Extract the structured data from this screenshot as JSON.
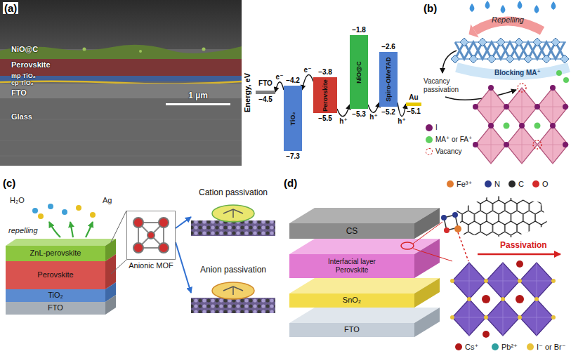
{
  "diagram": {
    "nodes": [
      {
        "text": [
          "FTO"
        ]
      },
      {
        "text": [
          "TiO₂"
        ]
      },
      {
        "text": [
          "Perovskite"
        ]
      },
      {
        "text": [
          "NiO@C"
        ]
      },
      {
        "text": [
          "Spiro-OMeTAD"
        ]
      },
      {
        "text": [
          "Au"
        ]
      },
      {
        "text": [
          "ZnL-perovskite"
        ]
      },
      {
        "text": [
          "Perovskite"
        ]
      },
      {
        "text": [
          "TiO₂"
        ]
      },
      {
        "text": [
          "FTO"
        ]
      },
      {
        "text": [
          "Anionic MOF"
        ]
      },
      {
        "text": [
          "Cation passivation"
        ]
      },
      {
        "text": [
          "Anion passivation"
        ]
      },
      {
        "text": [
          "CS"
        ]
      },
      {
        "text": [
          "Interfacial layer",
          "Perovskite"
        ]
      },
      {
        "text": [
          "SnO₂"
        ]
      },
      {
        "text": [
          "FTO"
        ]
      }
    ],
    "edges": [
      {
        "from": 1,
        "to": 0,
        "label": "e⁻",
        "arrow": "to"
      },
      {
        "from": 2,
        "to": 1,
        "label": "e⁻",
        "arrow": "to"
      },
      {
        "from": 2,
        "to": 3,
        "label": "h⁺",
        "arrow": "to"
      },
      {
        "from": 3,
        "to": 4,
        "label": "h⁺",
        "arrow": "to"
      },
      {
        "from": 4,
        "to": 5,
        "label": "h⁺",
        "arrow": "to"
      },
      {
        "from": 10,
        "to": 11,
        "arrow": "to"
      },
      {
        "from": 10,
        "to": 12,
        "arrow": "to"
      }
    ],
    "labels": [
      "(a)",
      "NiO@C",
      "Perovskite",
      "mp TiO₂",
      "cp TiO₂",
      "FTO",
      "Glass",
      "1 µm",
      "Energy, eV",
      "−4.5",
      "−4.2",
      "−7.3",
      "−3.8",
      "−5.5",
      "−1.8",
      "−5.3",
      "−2.6",
      "−5.2",
      "−5.1",
      "(b)",
      "Repelling",
      "Vacancy passivation",
      "Blocking MA⁺",
      "(c)",
      "H₂O",
      "Ag",
      "repelling",
      "(d)",
      "Passivation"
    ],
    "legend": [
      {
        "text": "I",
        "color": "#7a1a6a"
      },
      {
        "text": "MA⁺ or FA⁺",
        "color": "#5fcf5f"
      },
      {
        "text": "Vacancy"
      },
      {
        "text": "Fe³⁺",
        "color": "#e07b30"
      },
      {
        "text": "N",
        "color": "#2b3a8c"
      },
      {
        "text": "C",
        "color": "#2a2a2a"
      },
      {
        "text": "O",
        "color": "#d42a2a"
      },
      {
        "text": "Cs⁺",
        "color": "#b01818"
      },
      {
        "text": "Pb²⁺",
        "color": "#2fa0a0"
      },
      {
        "text": "I⁻ or Br⁻",
        "color": "#e8c23a"
      }
    ]
  }
}
